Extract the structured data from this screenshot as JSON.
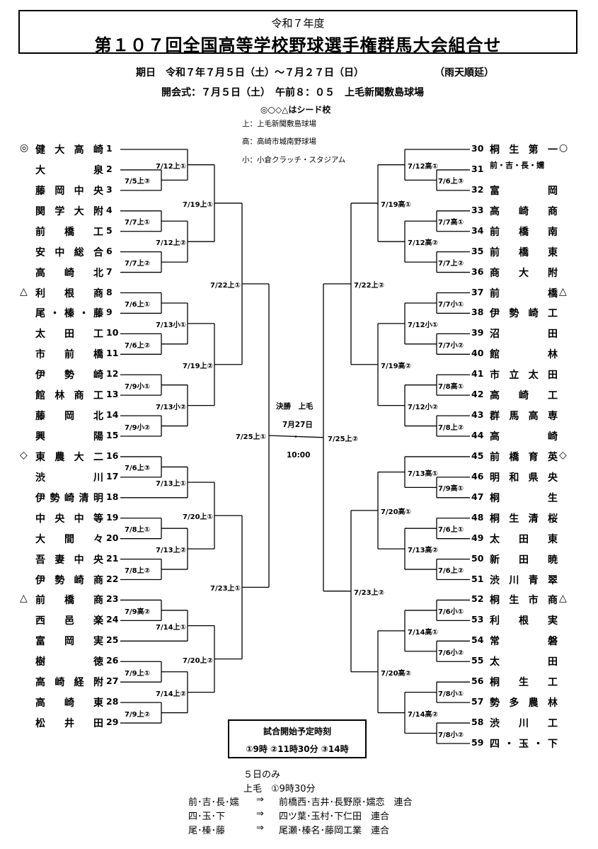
{
  "header": {
    "subtitle": "令和７年度",
    "title": "第１０７回全国高等学校野球選手権群馬大会組合せ",
    "period": "期日　令和７年７月５日（土）～７月２７日（日）",
    "rain": "（雨天順延）",
    "opening": "開会式：７月５日（土）　午前８：０５　上毛新聞敷島球場",
    "seed_note": "◎○◇△はシード校",
    "venues": [
      "上：上毛新聞敷島球場",
      "高：高崎市城南野球場",
      "小：小倉クラッチ・スタジアム"
    ]
  },
  "left_teams": [
    {
      "n": "1",
      "name": "健大高崎",
      "mark": "◎"
    },
    {
      "n": "2",
      "name": "大泉",
      "mark": ""
    },
    {
      "n": "3",
      "name": "藤岡中央",
      "mark": ""
    },
    {
      "n": "4",
      "name": "関学大附",
      "mark": ""
    },
    {
      "n": "5",
      "name": "前橋工",
      "mark": ""
    },
    {
      "n": "6",
      "name": "安中総合",
      "mark": ""
    },
    {
      "n": "7",
      "name": "高崎北",
      "mark": ""
    },
    {
      "n": "8",
      "name": "利根商",
      "mark": "△"
    },
    {
      "n": "9",
      "name": "尾・榛・藤",
      "mark": ""
    },
    {
      "n": "10",
      "name": "太田工",
      "mark": ""
    },
    {
      "n": "11",
      "name": "市前橋",
      "mark": ""
    },
    {
      "n": "12",
      "name": "伊勢崎",
      "mark": ""
    },
    {
      "n": "13",
      "name": "館林商工",
      "mark": ""
    },
    {
      "n": "14",
      "name": "藤岡北",
      "mark": ""
    },
    {
      "n": "15",
      "name": "興陽",
      "mark": ""
    },
    {
      "n": "16",
      "name": "東農大二",
      "mark": "◇"
    },
    {
      "n": "17",
      "name": "渋川",
      "mark": ""
    },
    {
      "n": "18",
      "name": "伊勢崎清明",
      "mark": ""
    },
    {
      "n": "19",
      "name": "中央中等",
      "mark": ""
    },
    {
      "n": "20",
      "name": "大間々",
      "mark": ""
    },
    {
      "n": "21",
      "name": "吾妻中央",
      "mark": ""
    },
    {
      "n": "22",
      "name": "伊勢崎商",
      "mark": ""
    },
    {
      "n": "23",
      "name": "前橋商",
      "mark": "△"
    },
    {
      "n": "24",
      "name": "西邑楽",
      "mark": ""
    },
    {
      "n": "25",
      "name": "富岡実",
      "mark": ""
    },
    {
      "n": "26",
      "name": "樹徳",
      "mark": ""
    },
    {
      "n": "27",
      "name": "高崎経附",
      "mark": ""
    },
    {
      "n": "28",
      "name": "高崎東",
      "mark": ""
    },
    {
      "n": "29",
      "name": "松井田",
      "mark": ""
    }
  ],
  "right_teams": [
    {
      "n": "30",
      "name": "桐生第一",
      "mark": "○"
    },
    {
      "n": "31",
      "name": "前・吉・長・嬬",
      "mark": ""
    },
    {
      "n": "32",
      "name": "富岡",
      "mark": ""
    },
    {
      "n": "33",
      "name": "高崎商",
      "mark": ""
    },
    {
      "n": "34",
      "name": "前橋南",
      "mark": ""
    },
    {
      "n": "35",
      "name": "前橋東",
      "mark": ""
    },
    {
      "n": "36",
      "name": "商大附",
      "mark": ""
    },
    {
      "n": "37",
      "name": "前橋",
      "mark": "△"
    },
    {
      "n": "38",
      "name": "伊勢崎工",
      "mark": ""
    },
    {
      "n": "39",
      "name": "沼田",
      "mark": ""
    },
    {
      "n": "40",
      "name": "館林",
      "mark": ""
    },
    {
      "n": "41",
      "name": "市立太田",
      "mark": ""
    },
    {
      "n": "42",
      "name": "高崎工",
      "mark": ""
    },
    {
      "n": "43",
      "name": "群馬高専",
      "mark": ""
    },
    {
      "n": "44",
      "name": "高崎",
      "mark": ""
    },
    {
      "n": "45",
      "name": "前橋育英",
      "mark": "◇"
    },
    {
      "n": "46",
      "name": "明和県央",
      "mark": ""
    },
    {
      "n": "47",
      "name": "桐生",
      "mark": ""
    },
    {
      "n": "48",
      "name": "桐生清桜",
      "mark": ""
    },
    {
      "n": "49",
      "name": "太田東",
      "mark": ""
    },
    {
      "n": "50",
      "name": "新田暁",
      "mark": ""
    },
    {
      "n": "51",
      "name": "渋川青翠",
      "mark": ""
    },
    {
      "n": "52",
      "name": "桐生市商",
      "mark": "△"
    },
    {
      "n": "53",
      "name": "利根実",
      "mark": ""
    },
    {
      "n": "54",
      "name": "常磐",
      "mark": ""
    },
    {
      "n": "55",
      "name": "太田",
      "mark": ""
    },
    {
      "n": "56",
      "name": "桐生工",
      "mark": ""
    },
    {
      "n": "57",
      "name": "勢多農林",
      "mark": ""
    },
    {
      "n": "58",
      "name": "渋川工",
      "mark": ""
    },
    {
      "n": "59",
      "name": "四・玉・下",
      "mark": ""
    }
  ],
  "left_labels": {
    "r1": [
      "7/5上③",
      "7/7上①",
      "7/7上②",
      "7/6上①",
      "7/6上②",
      "7/9小①",
      "7/9小②",
      "7/6上③",
      "7/8上①",
      "7/8上②",
      "7/9高②",
      "7/9上①",
      "7/9上②"
    ],
    "r2": [
      "7/12上①",
      "7/12上②",
      "7/13小①",
      "7/13小②",
      "7/13上①",
      "7/13上②",
      "7/14上①",
      "7/14上②"
    ],
    "r3": [
      "7/19上①",
      "7/19上②",
      "7/20上①",
      "7/20上②"
    ],
    "r4": [
      "7/22上①",
      "7/23上①"
    ],
    "sf": "7/25上①"
  },
  "right_labels": {
    "r1": [
      "7/6上③",
      "7/7高①",
      "7/7上②",
      "7/7小①",
      "7/7小②",
      "7/8高①",
      "7/8上②",
      "7/9高①",
      "7/6上①",
      "7/6上②",
      "7/6小①",
      "7/6小②",
      "7/8小①",
      "7/8小②"
    ],
    "r2": [
      "7/12高①",
      "7/12高②",
      "7/12小①",
      "7/12小②",
      "7/13高①",
      "7/13高②",
      "7/14高①",
      "7/14高②"
    ],
    "r3": [
      "7/19高①",
      "7/19高②",
      "7/20高①",
      "7/20高②"
    ],
    "r4": [
      "7/22上②",
      "7/23上②"
    ],
    "sf": "7/25上②"
  },
  "final": {
    "label": "決勝　上毛",
    "date": "7月27日",
    "time": "10:00"
  },
  "schedule": {
    "title": "試合開始予定時刻",
    "times": "①9時 ②11時30分 ③14時"
  },
  "notes": {
    "day5_head": "５日のみ",
    "day5_time": "上毛　①9時30分",
    "unions": [
      {
        "abbr": "前･吉･長･嬬",
        "arrow": "⇒",
        "schools": "前橋西･吉井･長野原･嬬恋　連合"
      },
      {
        "abbr": "四･玉･下",
        "arrow": "⇒",
        "schools": "四ツ葉･玉村･下仁田　連合"
      },
      {
        "abbr": "尾･榛･藤",
        "arrow": "⇒",
        "schools": "尾瀬･榛名･藤岡工業　連合"
      }
    ]
  }
}
